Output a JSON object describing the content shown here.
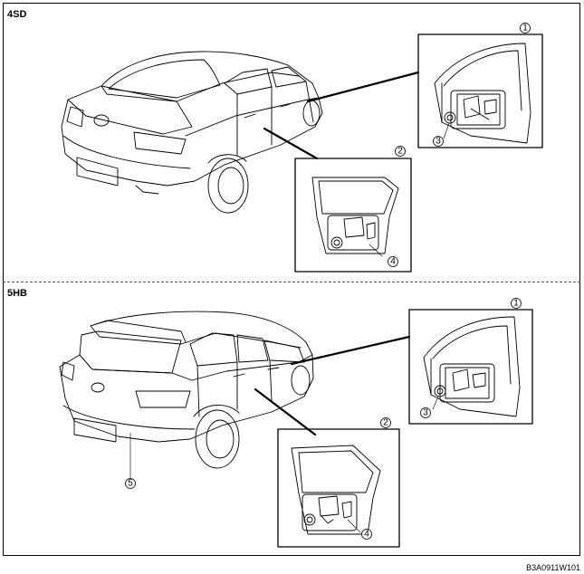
{
  "sections": {
    "sedan": {
      "label": "4SD"
    },
    "hatchback": {
      "label": "5HB"
    }
  },
  "callouts": {
    "c1": "1",
    "c2": "2",
    "c3": "3",
    "c4": "4",
    "c5": "5"
  },
  "reference_code": "B3A0911W101"
}
